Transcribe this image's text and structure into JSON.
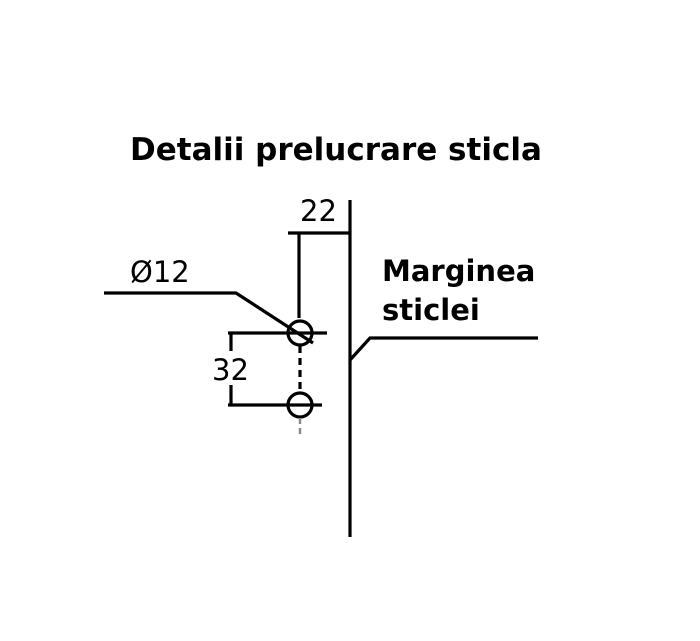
{
  "title": "Detalii prelucrare sticla",
  "dimensions": {
    "edge_offset": "22",
    "hole_diameter": "Ø12",
    "hole_spacing": "32"
  },
  "edge_label": {
    "line1": "Marginea",
    "line2": "sticlei"
  },
  "colors": {
    "lines": "#000000",
    "center_marks": "#8a8a8a",
    "background": "#ffffff"
  }
}
